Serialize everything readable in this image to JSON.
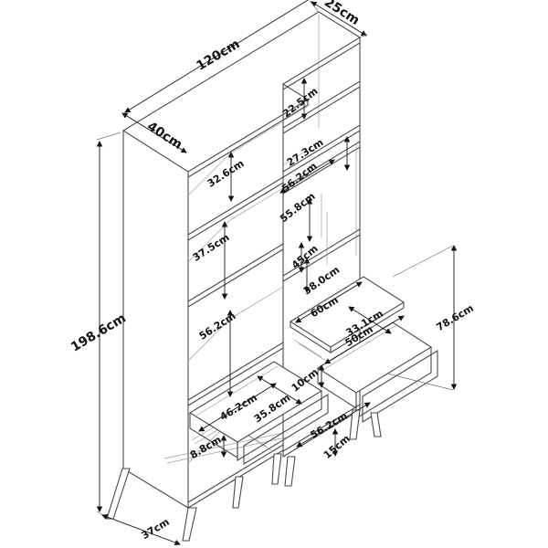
{
  "diagram": {
    "kind": "furniture-dimension-line-drawing",
    "unit": "cm",
    "line_color": "#4a4a4a",
    "dim_color": "#151515",
    "background": "#ffffff",
    "dims": {
      "width_total": "120cm",
      "depth_left": "40cm",
      "depth_right": "25cm",
      "height_total": "198.6cm",
      "right_shelf_top": "22.5cm",
      "left_shelf_1": "32.6cm",
      "right_shelf_2": "27.3cm",
      "right_section_a": "56.2cm",
      "right_section_b": "55.8cm",
      "left_shelf_2": "37.5cm",
      "right_opening": "45cm",
      "desk_depth": "38.0cm",
      "desk_width": "60cm",
      "right_drawer_depth": "33.1cm",
      "right_drawer_width": "50cm",
      "left_shelf_3": "56.2cm",
      "right_drawer_front": "10cm",
      "desk_height": "78.6cm",
      "left_drawer_width": "46.2cm",
      "left_drawer_depth": "35.8cm",
      "left_drawer_side": "8.8cm",
      "bottom_shelf_width": "56.2cm",
      "leg_height": "15cm",
      "base_depth": "37cm"
    }
  }
}
